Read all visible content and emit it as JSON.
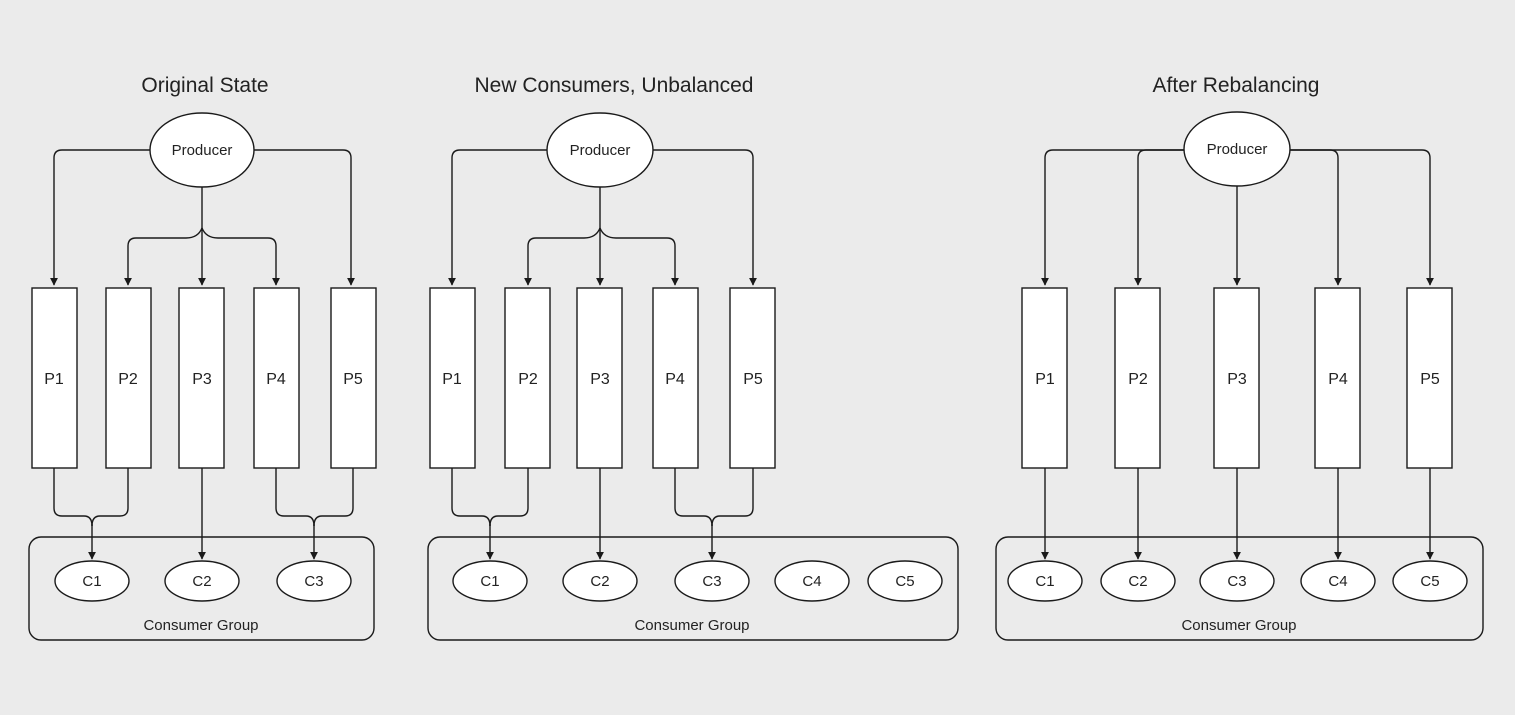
{
  "panels": [
    {
      "title": "Original State",
      "producer": "Producer",
      "partitions": [
        "P1",
        "P2",
        "P3",
        "P4",
        "P5"
      ],
      "consumers": [
        "C1",
        "C2",
        "C3"
      ],
      "group_label": "Consumer Group"
    },
    {
      "title": "New Consumers, Unbalanced",
      "producer": "Producer",
      "partitions": [
        "P1",
        "P2",
        "P3",
        "P4",
        "P5"
      ],
      "consumers": [
        "C1",
        "C2",
        "C3",
        "C4",
        "C5"
      ],
      "group_label": "Consumer Group"
    },
    {
      "title": "After Rebalancing",
      "producer": "Producer",
      "partitions": [
        "P1",
        "P2",
        "P3",
        "P4",
        "P5"
      ],
      "consumers": [
        "C1",
        "C2",
        "C3",
        "C4",
        "C5"
      ],
      "group_label": "Consumer Group"
    }
  ]
}
